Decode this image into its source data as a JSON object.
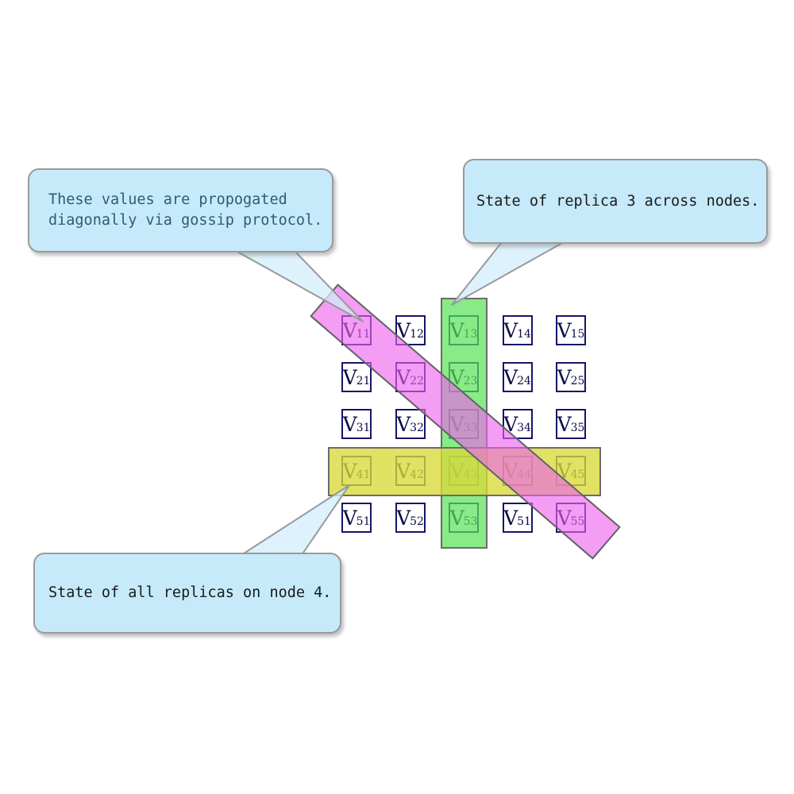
{
  "matrix": {
    "base": "V",
    "subscripts": [
      [
        "11",
        "12",
        "13",
        "14",
        "15"
      ],
      [
        "21",
        "22",
        "23",
        "24",
        "25"
      ],
      [
        "31",
        "32",
        "33",
        "34",
        "35"
      ],
      [
        "41",
        "42",
        "43",
        "44",
        "45"
      ],
      [
        "51",
        "52",
        "53",
        "51",
        "55"
      ]
    ]
  },
  "highlights": [
    {
      "id": "replica3-column",
      "shape": "vertical-band",
      "color": "#90ee90",
      "border_color": "#6b6b6b"
    },
    {
      "id": "node4-row",
      "shape": "horizontal-band",
      "color": "#e0e064",
      "border_color": "#6b6b6b"
    },
    {
      "id": "gossip-diagonal",
      "shape": "diagonal-band",
      "color": "#f49df4",
      "border_color": "#636363"
    }
  ],
  "callouts": [
    {
      "id": "gossip",
      "lines": [
        "These values are propogated",
        "diagonally via gossip protocol."
      ],
      "text_color": "#2e5d6d",
      "fill": "#c6eafa",
      "border_color": "#9a9a9a"
    },
    {
      "id": "replica3",
      "lines": [
        "State of replica 3 across nodes."
      ],
      "text_color": "#1a1a1a",
      "fill": "#c6eafa",
      "border_color": "#9a9a9a"
    },
    {
      "id": "node4",
      "lines": [
        "State of all replicas on node 4."
      ],
      "text_color": "#1a1a1a",
      "fill": "#c6eafa",
      "border_color": "#9a9a9a"
    }
  ],
  "colors": {
    "cell_border": "#15156b",
    "cell_text": "#0d0d45",
    "pointer_fill": "#d2eefb",
    "pointer_stroke": "#999999",
    "background": "#ffffff"
  }
}
